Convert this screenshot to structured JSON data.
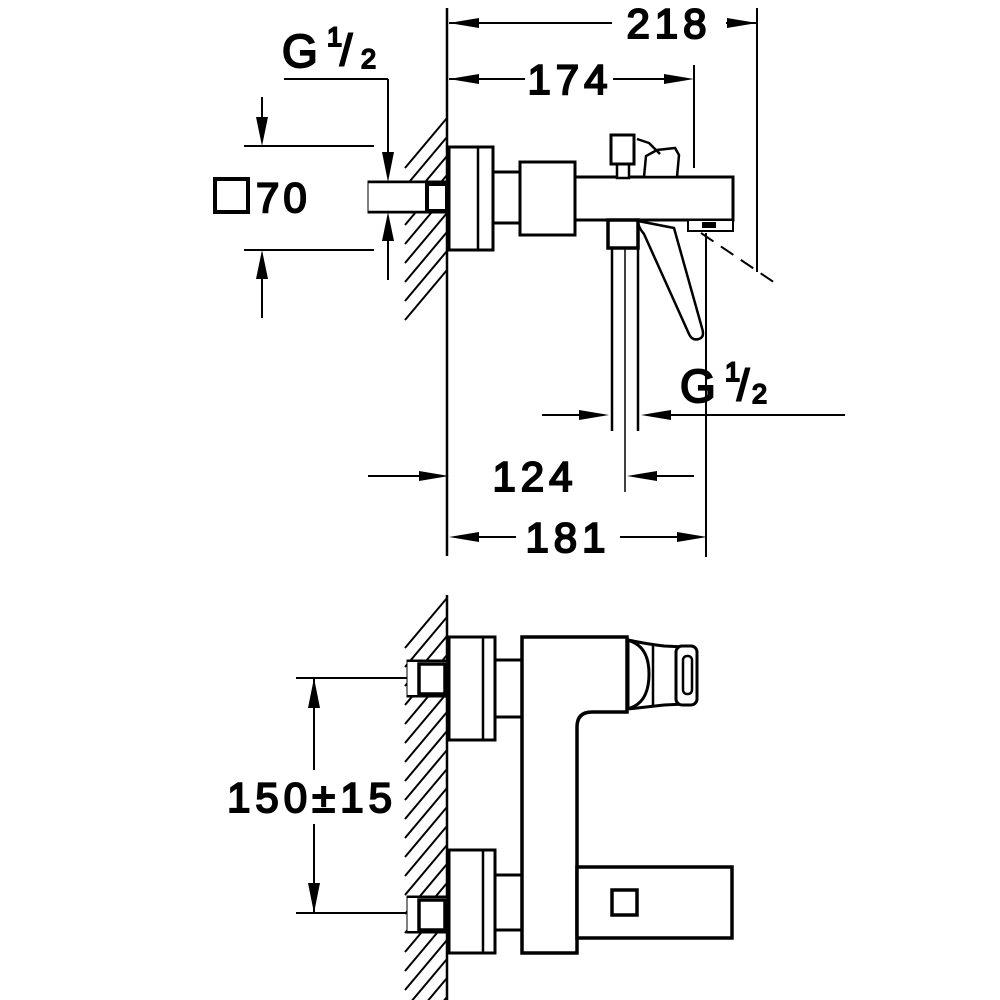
{
  "page": {
    "background": "#ffffff",
    "line_color": "#000000"
  },
  "side_view": {
    "dim_overall_depth": "218",
    "dim_body_depth": "174",
    "dim_wall_to_outlet": "124",
    "dim_wall_to_spout": "181",
    "escutcheon_dim": {
      "symbol_icon": "square-outline-icon",
      "value": "70"
    },
    "inlet_thread": {
      "letter": "G",
      "numerator": "1",
      "slash": "/",
      "denominator": "2"
    },
    "outlet_thread": {
      "letter": "G",
      "numerator": "1",
      "slash": "/",
      "denominator": "2"
    }
  },
  "front_view": {
    "dim_connection_centers": "150±15"
  }
}
